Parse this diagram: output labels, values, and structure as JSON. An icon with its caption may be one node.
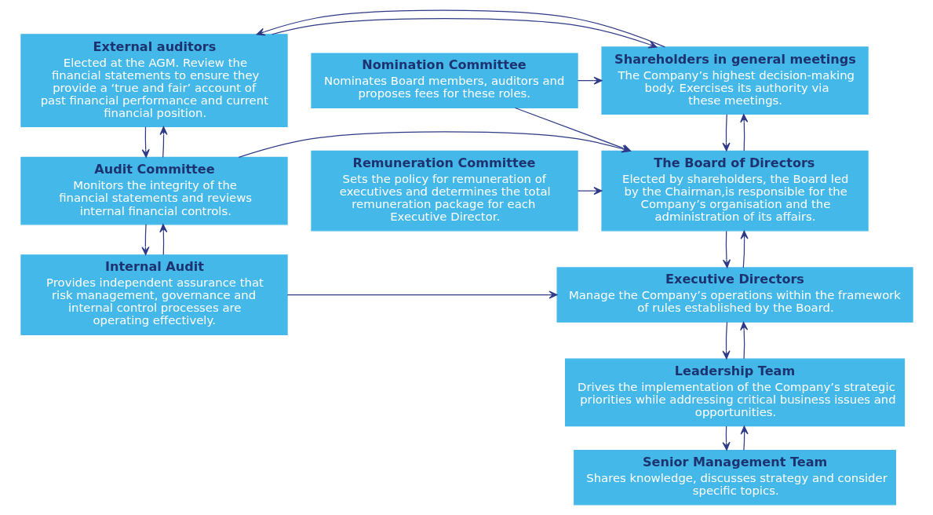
{
  "diagram": {
    "nodes": [
      {
        "text": [
          "External auditors",
          "Elected at the AGM. Review the financial statements to ensure they provide a ‘true and fair’ account of past financial performance and current financial position."
        ]
      },
      {
        "text": [
          "Shareholders in general meetings",
          "The Company’s highest decision-making body. Exercises its authority via these meetings."
        ]
      },
      {
        "text": [
          "Nomination Committee",
          "Nominates Board members, auditors and proposes fees for these roles."
        ]
      },
      {
        "text": [
          "Audit Committee",
          "Monitors the integrity of the financial statements and reviews internal financial controls."
        ]
      },
      {
        "text": [
          "The Board of Directors",
          "Elected by shareholders, the Board led by the Chairman,is responsible for the Company’s organisation and the administration of its affairs."
        ]
      },
      {
        "text": [
          "Remuneration Committee",
          "Sets the policy for remuneration of executives and determines the total remuneration package for each Executive Director."
        ]
      },
      {
        "text": [
          "Internal Audit",
          "Provides independent assurance that risk management, governance and internal control processes are operating effectively."
        ]
      },
      {
        "text": [
          "Executive Directors",
          "Manage the Company’s operations within the framework of rules established by the Board."
        ]
      },
      {
        "text": [
          "Leadership Team",
          "Drives the implementation of the Company’s strategic priorities while addressing critical business issues and opportunities."
        ]
      },
      {
        "text": [
          "Senior Management Team",
          "Shares knowledge, discusses strategy and consider specific topics."
        ]
      }
    ],
    "edges": [
      {
        "from": 0,
        "to": 1,
        "arrow": "to"
      },
      {
        "from": 1,
        "to": 0,
        "arrow": "to"
      },
      {
        "from": 2,
        "to": 1,
        "arrow": "to"
      },
      {
        "from": 3,
        "to": 0,
        "arrow": "to"
      },
      {
        "from": 0,
        "to": 3,
        "arrow": "to"
      },
      {
        "from": 4,
        "to": 1,
        "arrow": "to"
      },
      {
        "from": 1,
        "to": 4,
        "arrow": "to"
      },
      {
        "from": 2,
        "to": 4,
        "arrow": "to"
      },
      {
        "from": 3,
        "to": 4,
        "arrow": "to"
      },
      {
        "from": 5,
        "to": 4,
        "arrow": "to"
      },
      {
        "from": 6,
        "to": 3,
        "arrow": "to"
      },
      {
        "from": 3,
        "to": 6,
        "arrow": "to"
      },
      {
        "from": 4,
        "to": 7,
        "arrow": "to"
      },
      {
        "from": 7,
        "to": 4,
        "arrow": "to"
      },
      {
        "from": 6,
        "to": 7,
        "arrow": "to"
      },
      {
        "from": 7,
        "to": 8,
        "arrow": "to"
      },
      {
        "from": 8,
        "to": 7,
        "arrow": "to"
      },
      {
        "from": 8,
        "to": 9,
        "arrow": "to"
      },
      {
        "from": 9,
        "to": 8,
        "arrow": "to"
      }
    ]
  }
}
